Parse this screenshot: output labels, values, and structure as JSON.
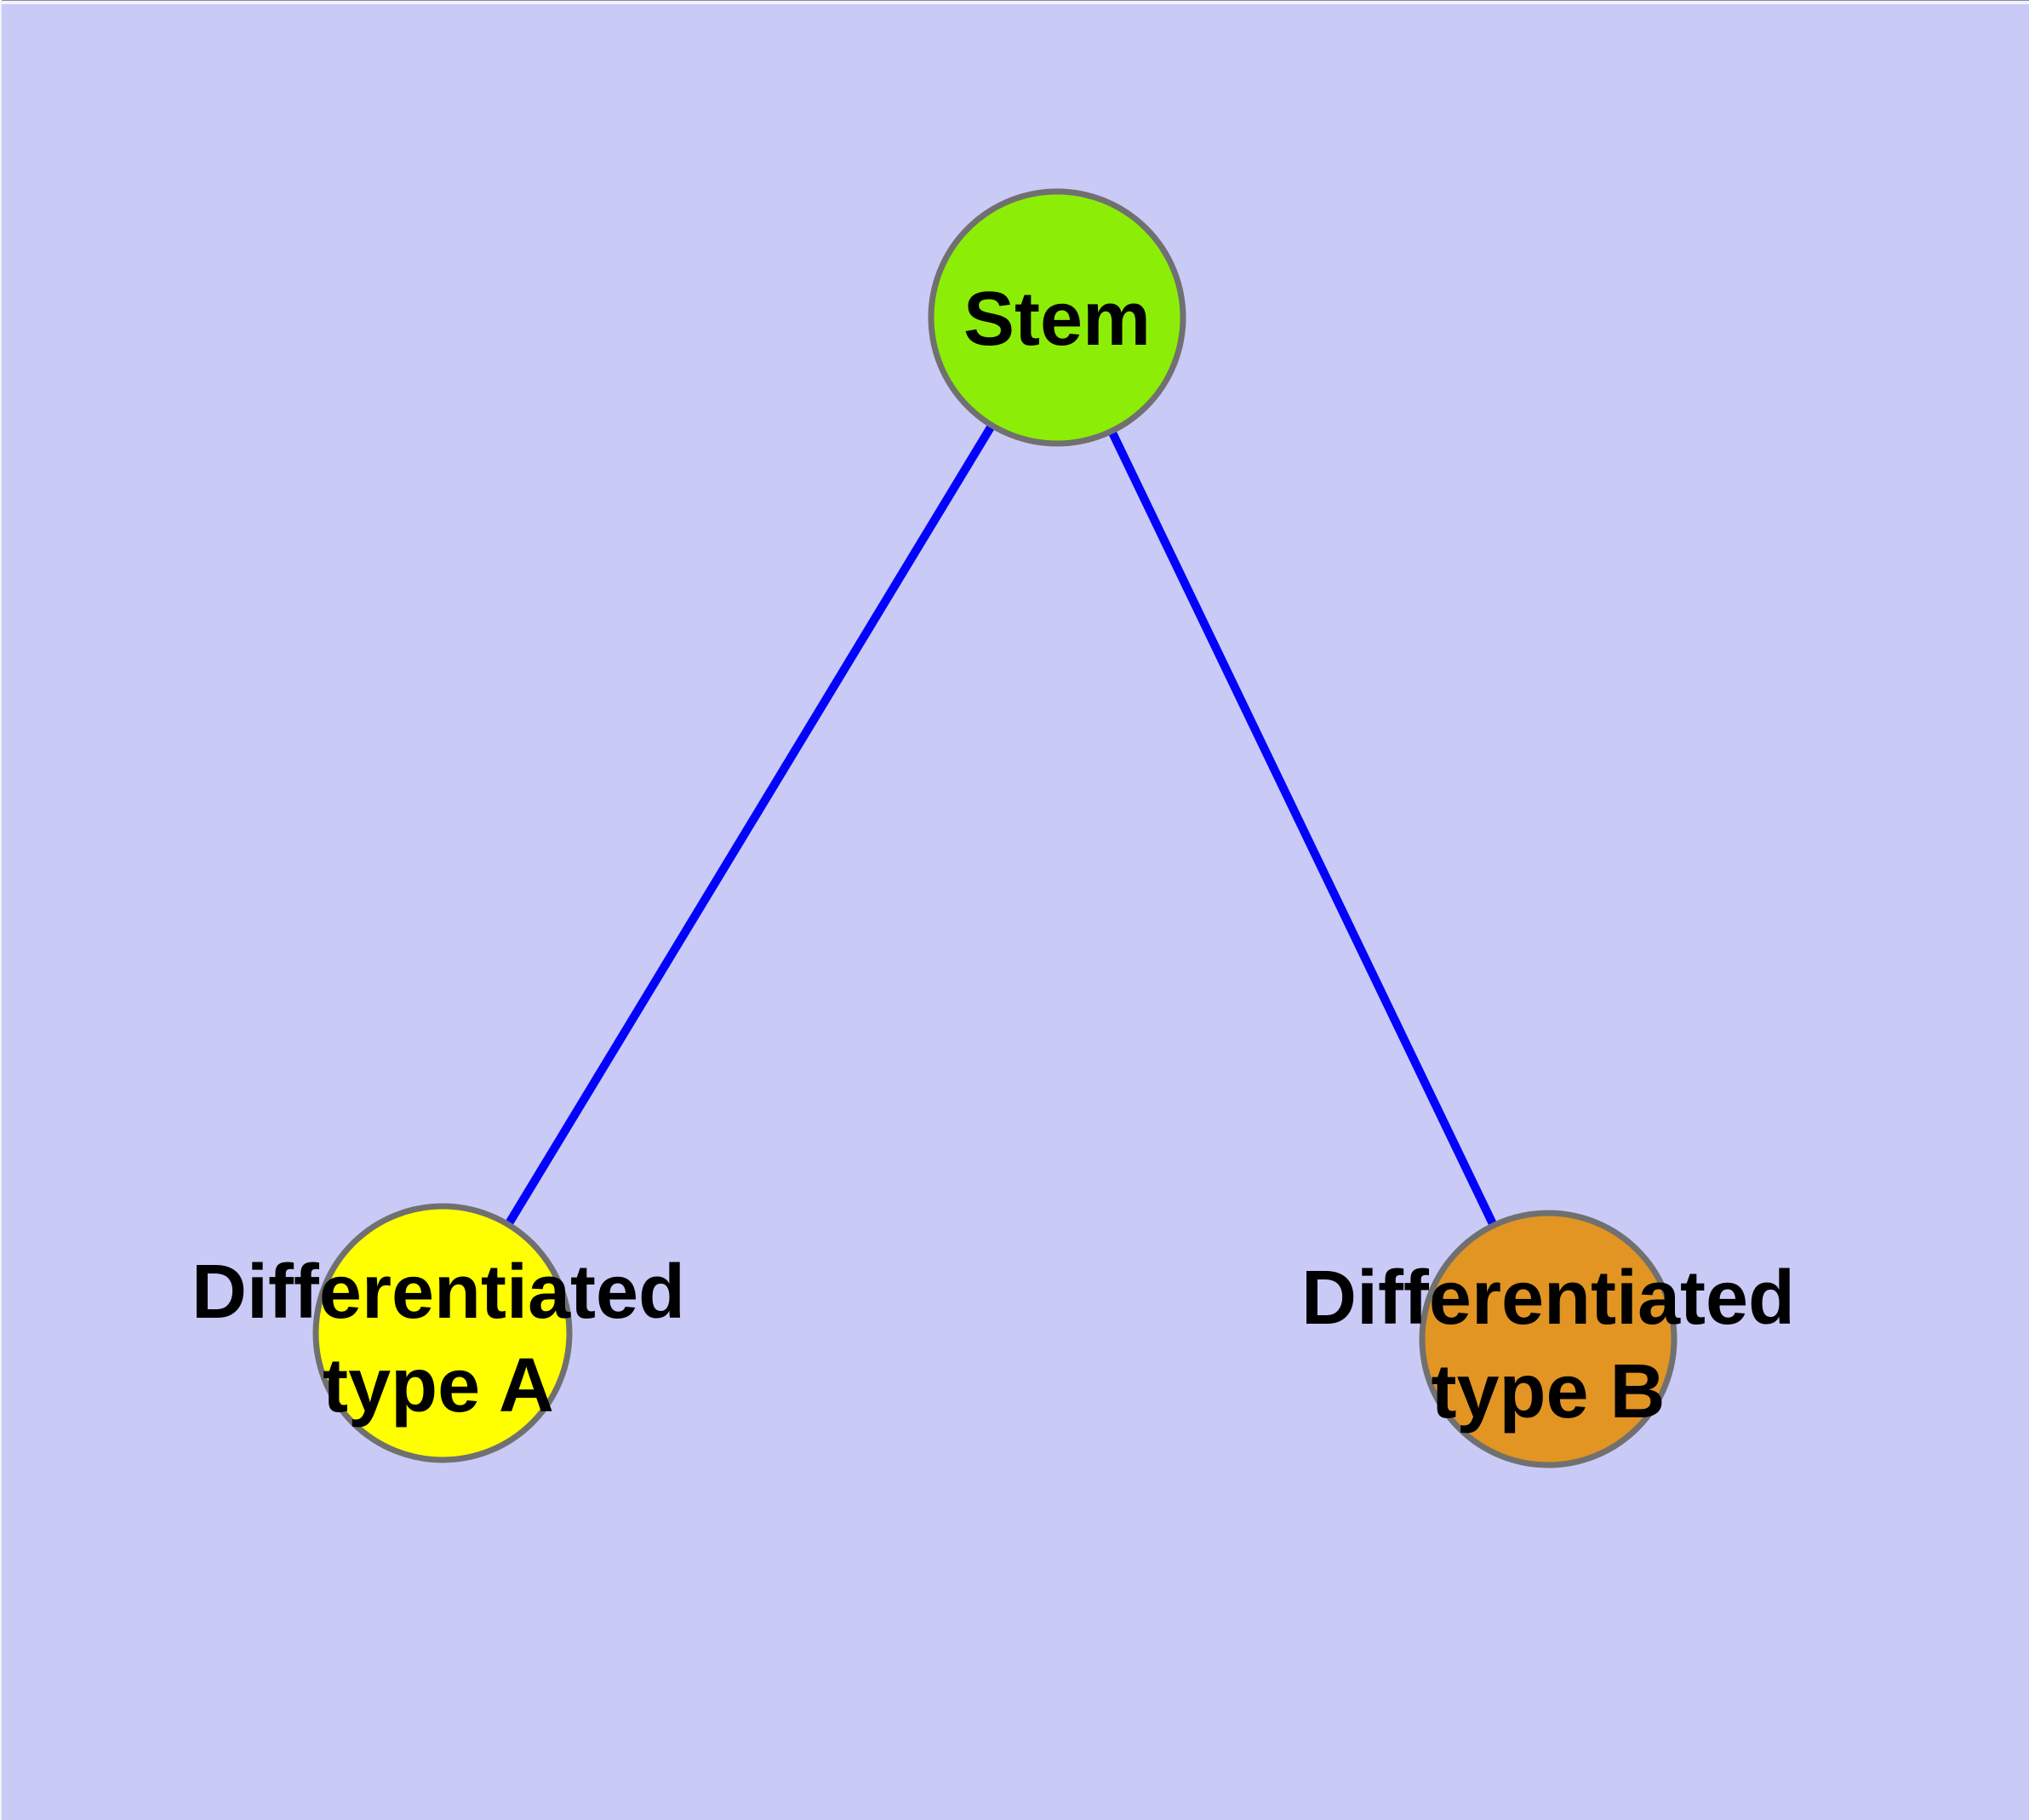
{
  "diagram": {
    "title": "cell-differentiation-graph",
    "background_color": "#CACAF7",
    "edge_color": "#0303FB",
    "node_border_color": "#707070",
    "text_color": "#000000",
    "nodes": {
      "stem": {
        "label": "Stem",
        "fill": "#8CEE07"
      },
      "type_a": {
        "label_line1": "Differentiated",
        "label_line2": "type A",
        "fill": "#FFFF00"
      },
      "type_b": {
        "label_line1": "Differentiated",
        "label_line2": "type B",
        "fill": "#E29522"
      }
    },
    "edges": [
      {
        "from": "Stem",
        "to": "Differentiated type A"
      },
      {
        "from": "Stem",
        "to": "Differentiated type B"
      }
    ]
  }
}
